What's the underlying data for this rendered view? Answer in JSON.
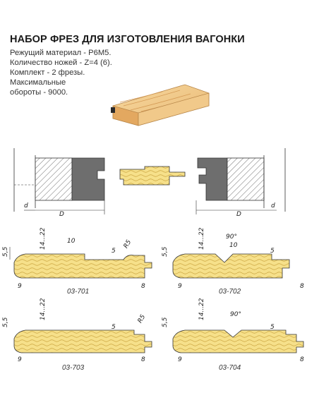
{
  "header": {
    "title": "НАБОР ФРЕЗ ДЛЯ ИЗГОТОВЛЕНИЯ ВАГОНКИ",
    "specs": [
      "Режущий материал - Р6М5.",
      "Количество ножей - Z=4 (6).",
      "Комплект - 2 фрезы.",
      "Максимальные",
      "обороты - 9000."
    ]
  },
  "cutter_diagram": {
    "label_d": "d",
    "label_D": "D"
  },
  "profiles": [
    {
      "code": "03-701",
      "dims": {
        "a": "5,5",
        "b": "14...22",
        "c": "10",
        "d": "5",
        "r": "R5",
        "e": "9",
        "f": "8"
      }
    },
    {
      "code": "03-702",
      "dims": {
        "a": "5,5",
        "b": "14...22",
        "c": "10",
        "angle": "90°",
        "d": "5",
        "e": "9",
        "f": "8"
      }
    },
    {
      "code": "03-703",
      "dims": {
        "a": "5,5",
        "b": "14...22",
        "d": "5",
        "r": "R5",
        "e": "9",
        "f": "8"
      }
    },
    {
      "code": "03-704",
      "dims": {
        "a": "5,5",
        "b": "14...22",
        "angle": "90°",
        "d": "5",
        "e": "9",
        "f": "8"
      }
    }
  ],
  "colors": {
    "wood": "#f6e08a",
    "wood_grain": "#c9a23c",
    "metal": "#6e6e6e",
    "line": "#333333"
  }
}
